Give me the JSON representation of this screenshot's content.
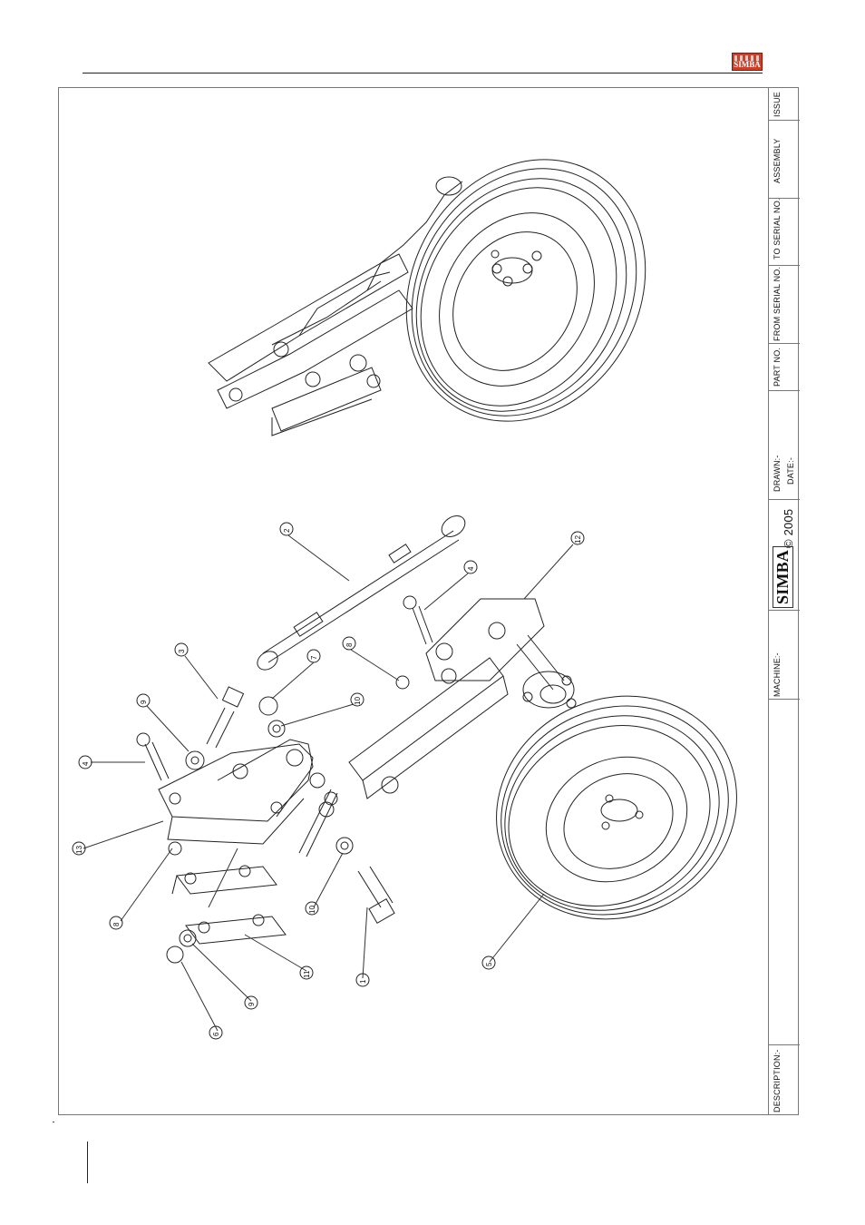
{
  "header": {
    "logo_text": "SIMBA"
  },
  "title_block": {
    "issue": "ISSUE",
    "assembly": "ASSEMBLY",
    "to_serial": "TO SERIAL NO.",
    "from_serial": "FROM SERIAL NO.",
    "part_no": "PART NO.",
    "drawn": "DRAWN:-",
    "date": "DATE:-",
    "brand": "SIMBA",
    "copyright": "© 2005",
    "machine": "MACHINE:-",
    "description": "DESCRIPTION:-"
  },
  "callouts": [
    "2",
    "12",
    "4",
    "8",
    "7",
    "10",
    "3",
    "9",
    "4",
    "13",
    "8",
    "6",
    "9",
    "11",
    "1",
    "10",
    "5"
  ]
}
